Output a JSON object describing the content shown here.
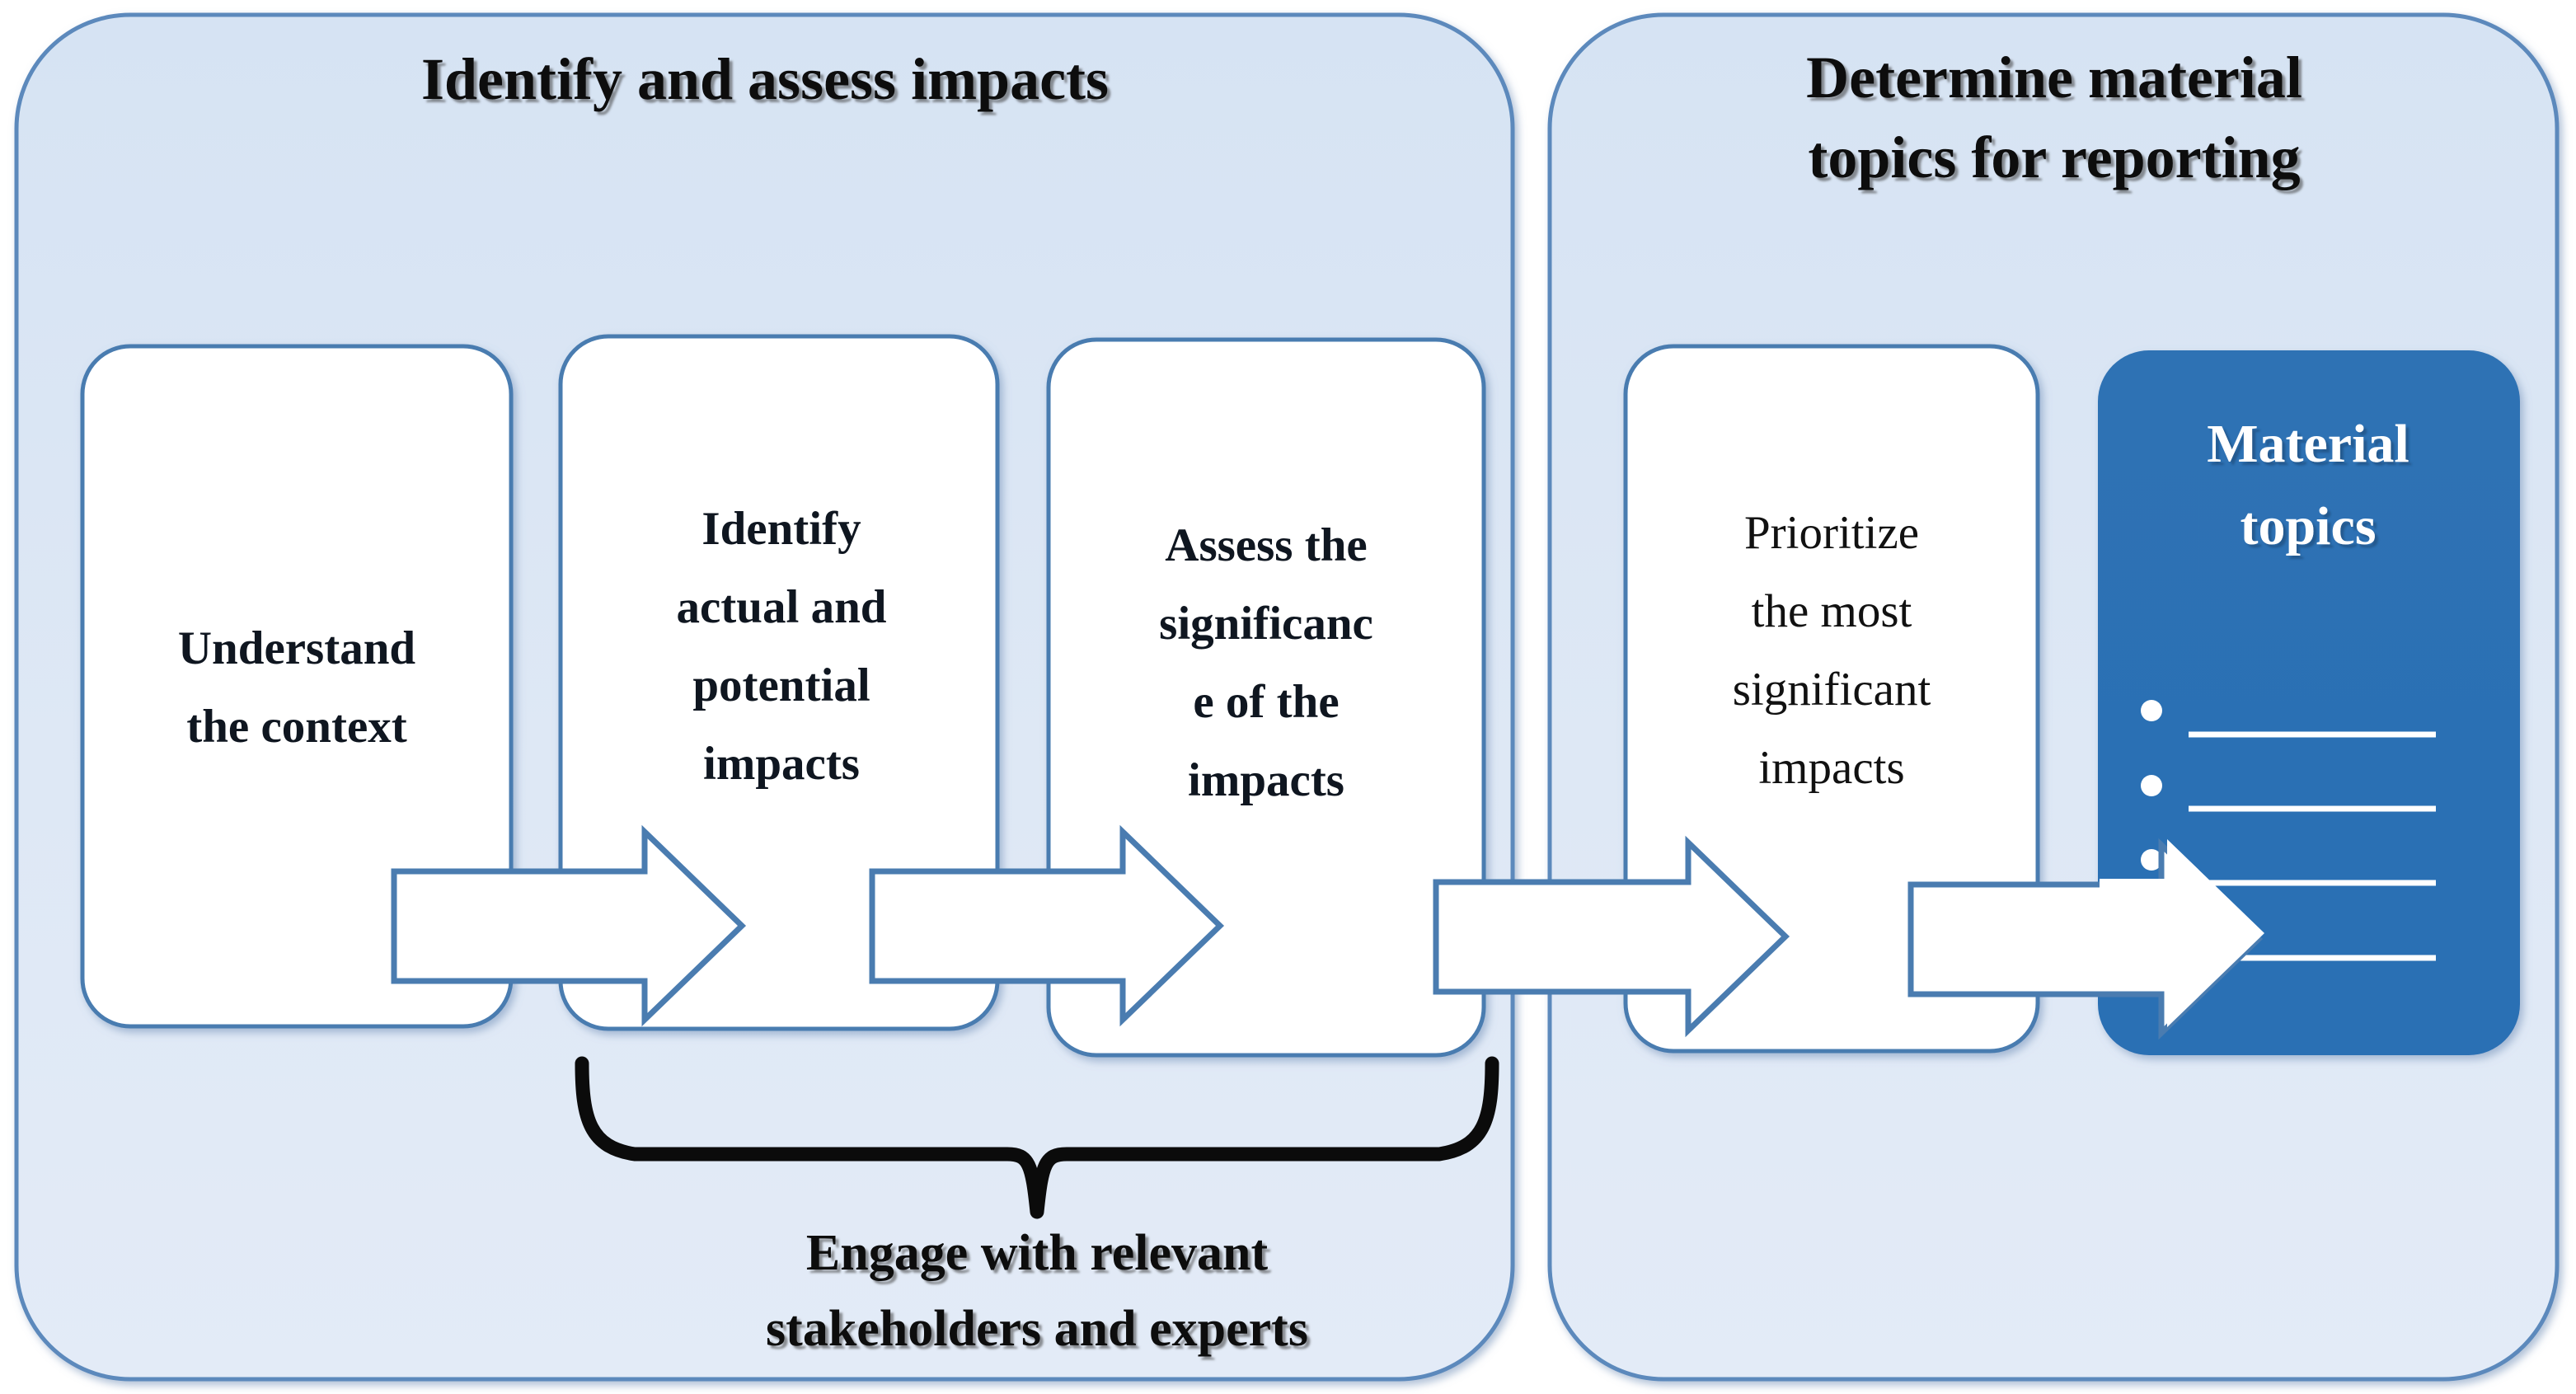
{
  "colors": {
    "panel_fill": "#DEE8F5",
    "panel_border": "#5B89BC",
    "card_fill": "#FFFFFF",
    "card_border": "#4A7CB0",
    "accent_blue": "#2C74B8",
    "arrow_fill": "#FFFFFF",
    "arrow_border": "#4A7CB0",
    "brace_color": "#0B0B0B",
    "text_dark": "#111111",
    "text_light": "#FFFFFF",
    "page_background": "#FFFFFF"
  },
  "panels": [
    {
      "id": "identify-assess",
      "title": "Identify and assess impacts",
      "title_lines": [
        "Identify and assess impacts"
      ]
    },
    {
      "id": "determine-material",
      "title": "Determine material topics for reporting",
      "title_lines": [
        "Determine material",
        "topics for reporting"
      ]
    }
  ],
  "steps": [
    {
      "id": "understand-context",
      "panel": "identify-assess",
      "lines": [
        "Understand",
        "the context"
      ],
      "style": "white"
    },
    {
      "id": "identify-impacts",
      "panel": "identify-assess",
      "lines": [
        "Identify",
        "actual and",
        "potential",
        "impacts"
      ],
      "style": "white"
    },
    {
      "id": "assess-significance",
      "panel": "identify-assess",
      "lines": [
        "Assess the",
        "significanc",
        "e of the",
        "impacts"
      ],
      "style": "white"
    },
    {
      "id": "prioritize-impacts",
      "panel": "determine-material",
      "lines": [
        "Prioritize",
        "the most",
        "significant",
        "impacts"
      ],
      "style": "white"
    },
    {
      "id": "material-topics",
      "panel": "determine-material",
      "lines": [
        "Material",
        "topics"
      ],
      "style": "blue",
      "bullet_count": 3,
      "rule_count": 4
    }
  ],
  "arrows": [
    {
      "id": "arrow-1",
      "from": "understand-context",
      "to": "identify-impacts",
      "style": "outlined"
    },
    {
      "id": "arrow-2",
      "from": "identify-impacts",
      "to": "assess-significance",
      "style": "outlined"
    },
    {
      "id": "arrow-3",
      "from": "assess-significance",
      "to": "prioritize-impacts",
      "style": "outlined"
    },
    {
      "id": "arrow-4",
      "from": "prioritize-impacts",
      "to": "material-topics",
      "style": "solid-white"
    }
  ],
  "brace": {
    "id": "engage-brace",
    "caption_lines": [
      "Engage with relevant",
      "stakeholders and experts"
    ],
    "spans": [
      "identify-impacts",
      "assess-significance"
    ]
  }
}
